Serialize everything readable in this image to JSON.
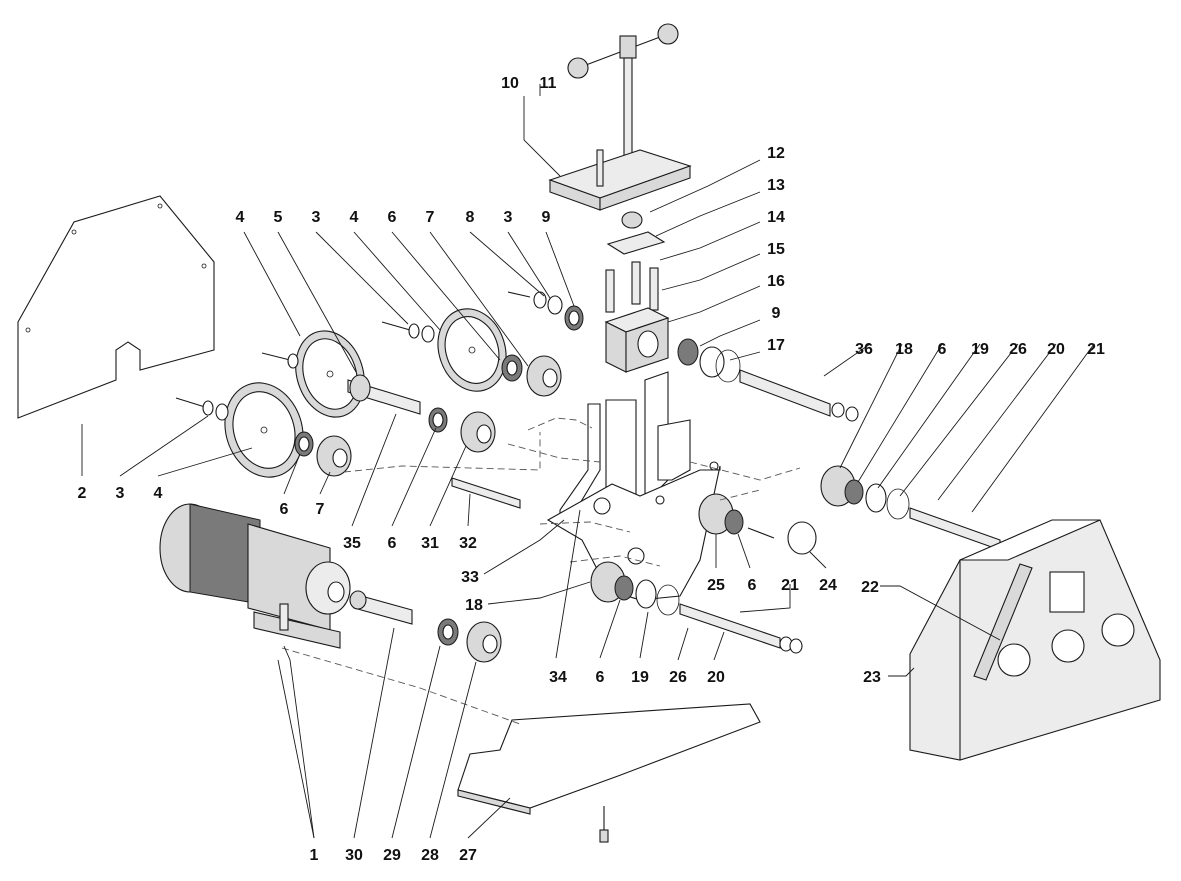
{
  "diagram": {
    "labels": [
      "1",
      "2",
      "3",
      "4",
      "5",
      "6",
      "7",
      "8",
      "9",
      "10",
      "11",
      "12",
      "13",
      "14",
      "15",
      "16",
      "17",
      "18",
      "19",
      "20",
      "21",
      "22",
      "23",
      "24",
      "25",
      "26",
      "27",
      "28",
      "29",
      "30",
      "31",
      "32",
      "33",
      "34",
      "35",
      "36"
    ]
  },
  "callouts": {
    "c10": "10",
    "c11": "11",
    "c12": "12",
    "c13": "13",
    "c14": "14",
    "c15": "15",
    "c16": "16",
    "c9a": "9",
    "c9b": "9",
    "c17": "17",
    "c4a": "4",
    "c5": "5",
    "c3a": "3",
    "c4b": "4",
    "c6a": "6",
    "c7a": "7",
    "c8": "8",
    "c3b": "3",
    "c36": "36",
    "c18a": "18",
    "c6b": "6",
    "c19a": "19",
    "c26a": "26",
    "c20a": "20",
    "c21a": "21",
    "c2": "2",
    "c3c": "3",
    "c4c": "4",
    "c6c": "6",
    "c7b": "7",
    "c35": "35",
    "c6d": "6",
    "c31": "31",
    "c32": "32",
    "c33": "33",
    "c25": "25",
    "c6e": "6",
    "c21b": "21",
    "c24": "24",
    "c22": "22",
    "c18b": "18",
    "c23": "23",
    "c34": "34",
    "c6f": "6",
    "c19b": "19",
    "c26b": "26",
    "c20b": "20",
    "c1": "1",
    "c30": "30",
    "c29": "29",
    "c28": "28",
    "c27": "27"
  }
}
